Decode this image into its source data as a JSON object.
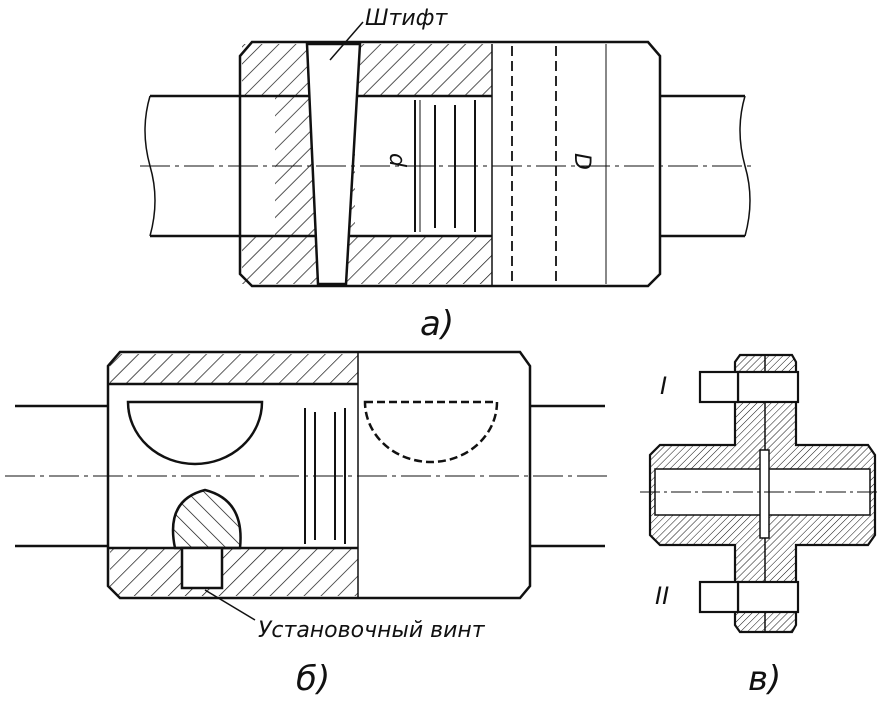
{
  "figure_a": {
    "caption": "а)",
    "pin_label": "Штифт",
    "dim_inner": "d",
    "dim_outer": "D"
  },
  "figure_b": {
    "caption": "б)",
    "screw_label": "Установочный винт"
  },
  "figure_c": {
    "caption": "в)",
    "bolt_top_label": "I",
    "bolt_bottom_label": "II"
  },
  "colors": {
    "ink": "#111111",
    "paper": "#ffffff"
  }
}
